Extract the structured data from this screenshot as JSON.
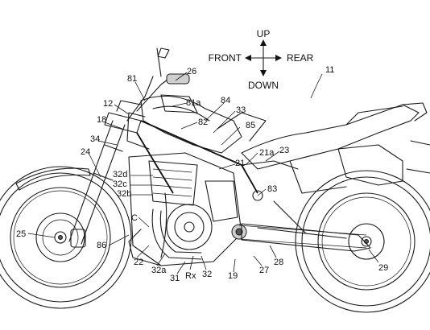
{
  "directions": {
    "up": "UP",
    "down": "DOWN",
    "front": "FRONT",
    "rear": "REAR"
  },
  "labels": {
    "n11": "11",
    "n26": "26",
    "n81": "81",
    "n81a": "81a",
    "n12": "12",
    "n84": "84",
    "n33": "33",
    "n18": "18",
    "n82": "82",
    "n85": "85",
    "n34": "34",
    "n24": "24",
    "n21": "21",
    "n21a": "21a",
    "n23": "23",
    "n32d": "32d",
    "n32c": "32c",
    "n32b": "32b",
    "n83": "83",
    "nC": "C",
    "n25": "25",
    "n86": "86",
    "n22": "22",
    "n32a": "32a",
    "n31": "31",
    "nRx": "Rx",
    "n32": "32",
    "n19": "19",
    "n27": "27",
    "n28": "28",
    "n29": "29"
  }
}
